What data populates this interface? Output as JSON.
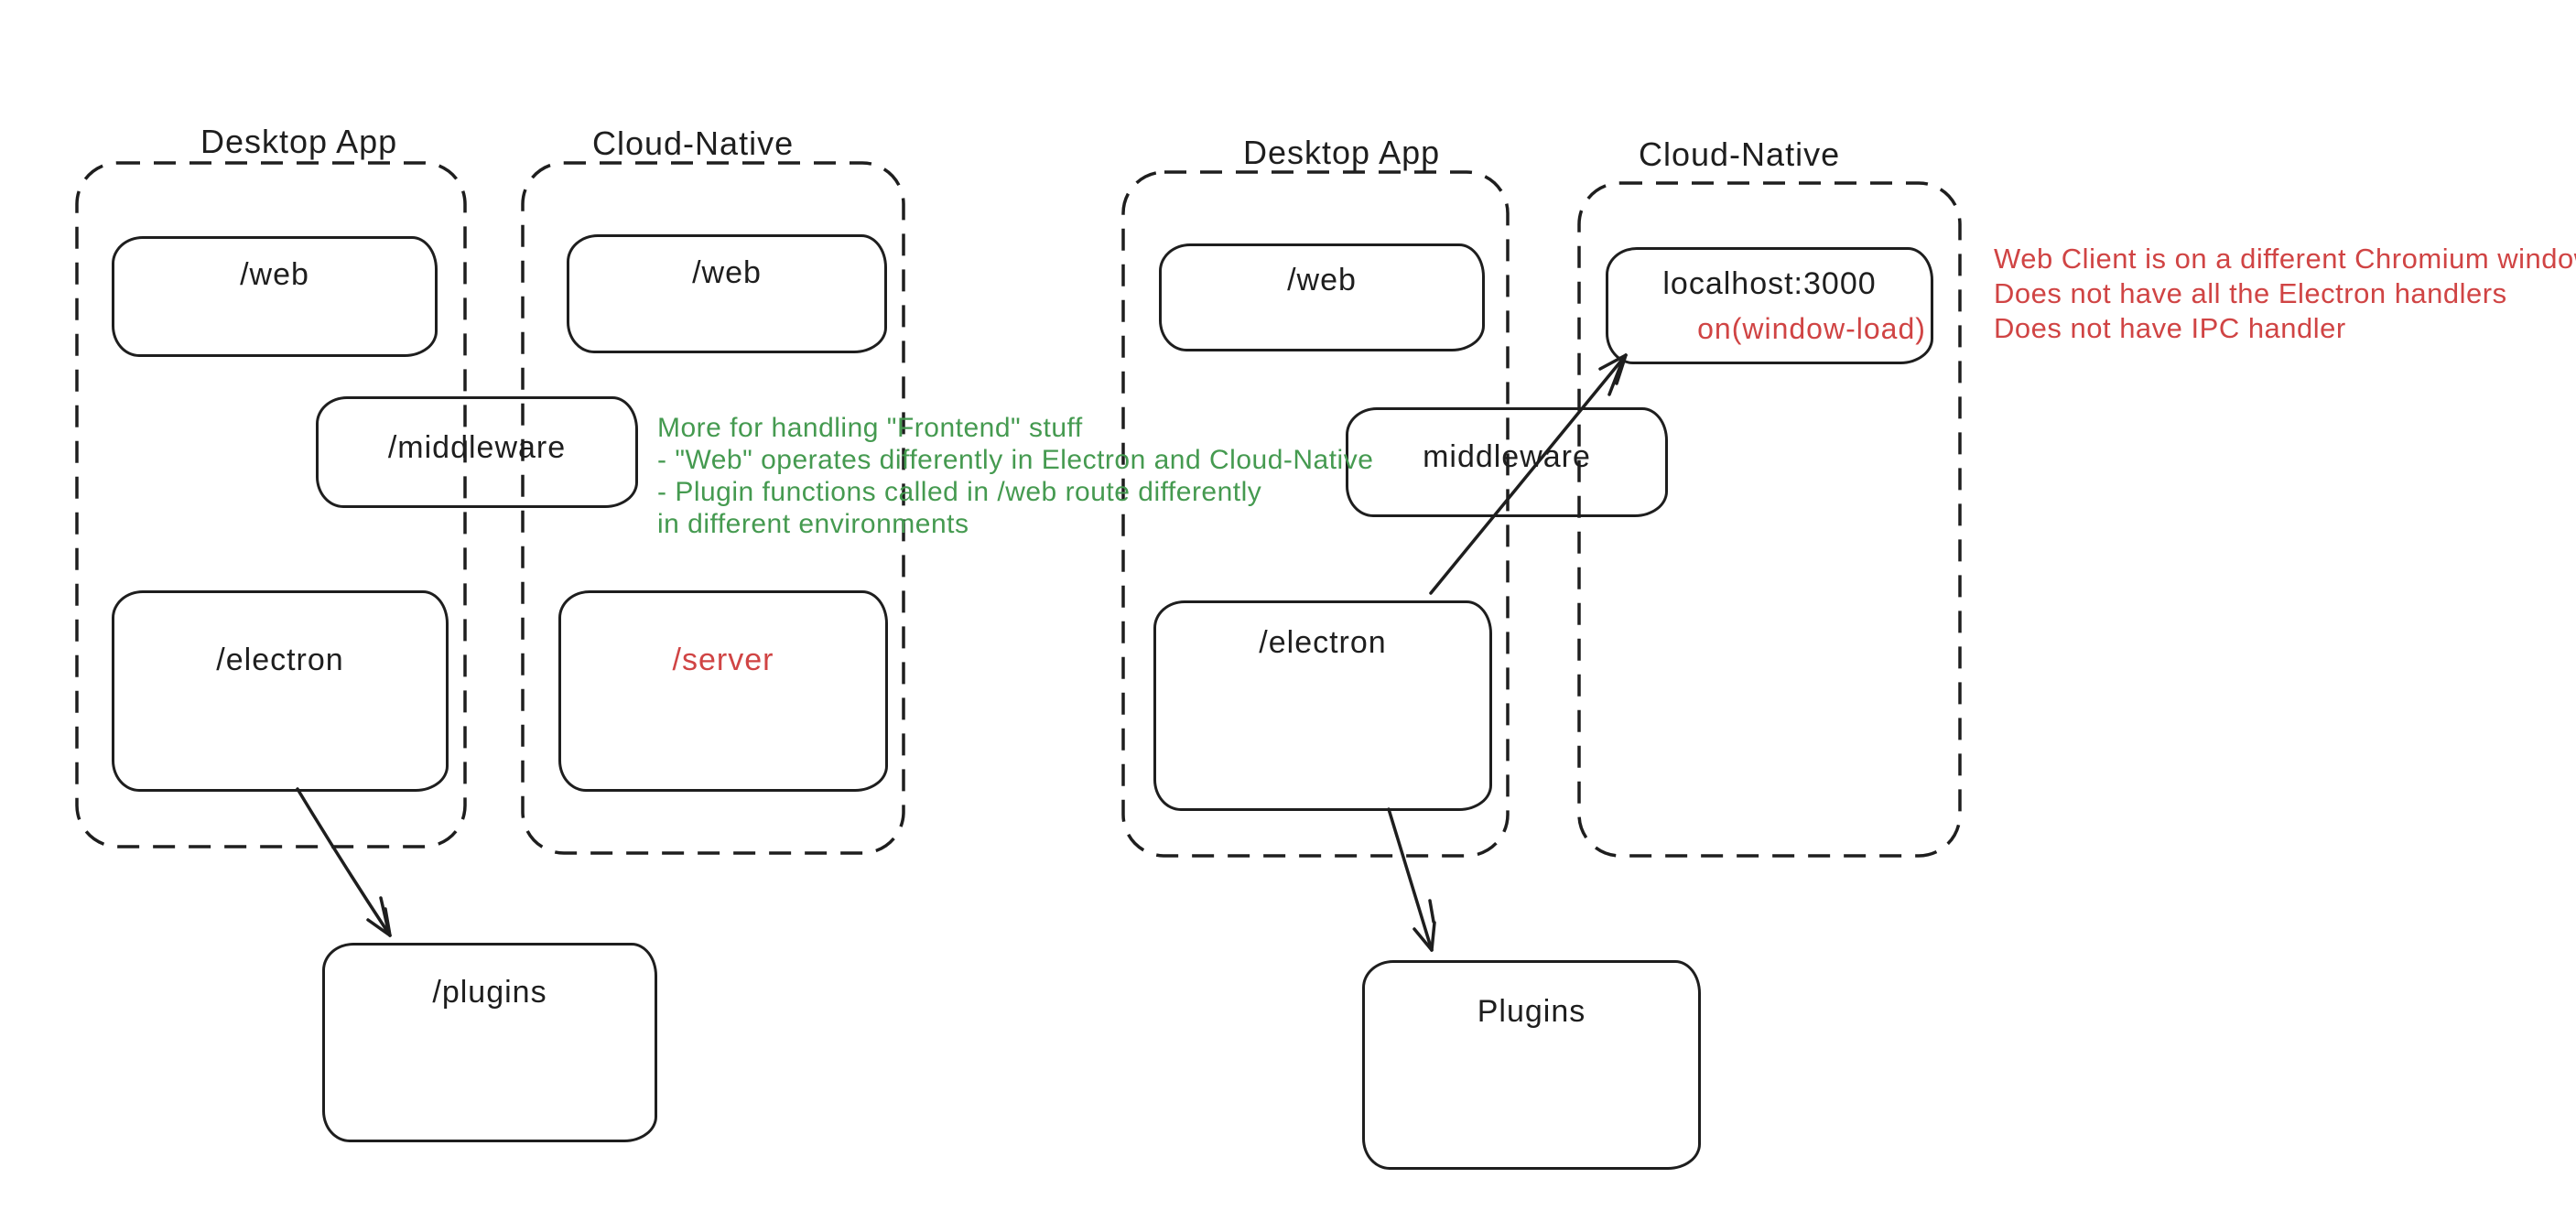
{
  "colors": {
    "ink": "#1e1e1e",
    "green": "#459a50",
    "red": "#d04444",
    "background": "#ffffff"
  },
  "left": {
    "desktop_label": "Desktop App",
    "cloud_label": "Cloud-Native",
    "nodes": {
      "web_desktop": "/web",
      "web_cloud": "/web",
      "middleware": "/middleware",
      "electron": "/electron",
      "server": "/server",
      "plugins": "/plugins"
    },
    "green_note": {
      "line1": "More for handling \"Frontend\" stuff",
      "line2": "- \"Web\" operates differently in Electron and Cloud-Native",
      "line3": "- Plugin functions called in /web route differently",
      "line4": "in different environments"
    }
  },
  "right": {
    "desktop_label": "Desktop App",
    "cloud_label": "Cloud-Native",
    "nodes": {
      "web_desktop": "/web",
      "localhost_title": "localhost:3000",
      "localhost_event": "on(window-load)",
      "middleware": "middleware",
      "electron": "/electron",
      "plugins": "Plugins"
    },
    "red_note": {
      "line1": "Web Client is on a different Chromium window",
      "line2": "Does not have all the Electron handlers",
      "line3": "Does not have IPC handler"
    }
  }
}
